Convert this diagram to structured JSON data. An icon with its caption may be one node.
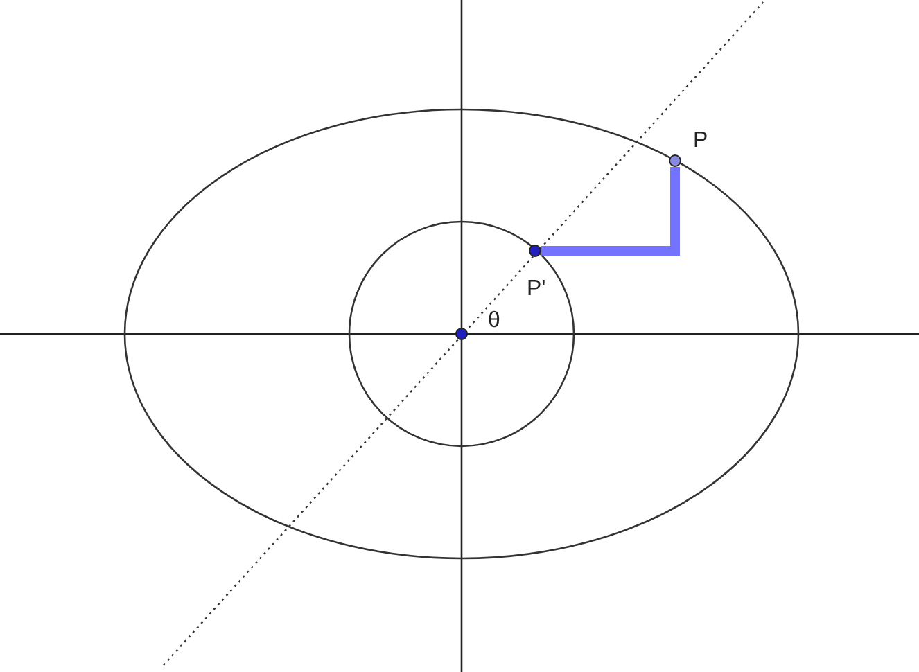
{
  "diagram": {
    "nodes": [
      {
        "text": [],
        "shape": "circle"
      },
      {
        "text": [],
        "shape": "circle"
      }
    ],
    "edges": [
      {
        "from": 1,
        "to": 0,
        "arrow": "none",
        "color": "#6464ff"
      }
    ],
    "labels": [
      "P",
      "P'",
      "θ"
    ]
  }
}
